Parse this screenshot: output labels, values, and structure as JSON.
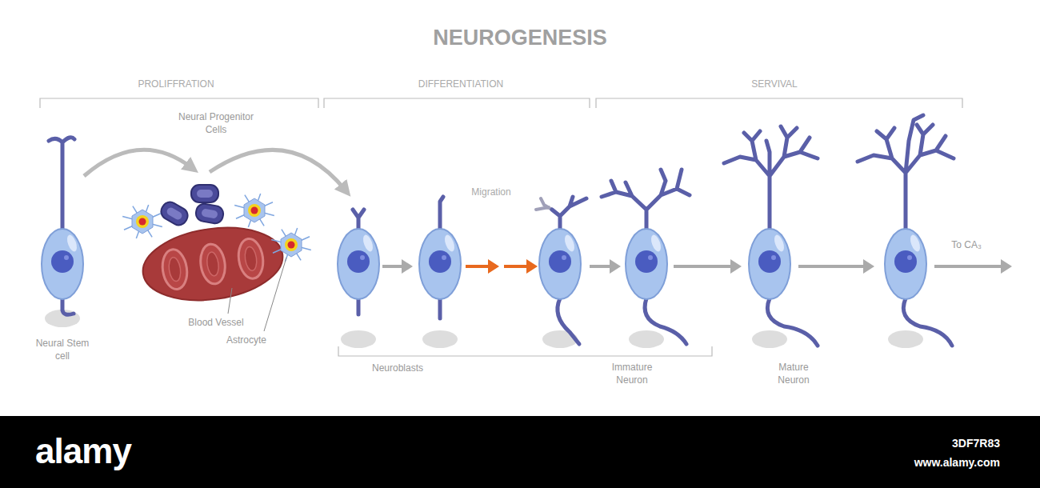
{
  "diagram": {
    "title": "NEUROGENESIS",
    "labels": [
      "PROLIFFRATION",
      "DIFFERENTIATION",
      "SERVIVAL",
      "Neural Progenitor Cells",
      "Migration",
      "Blood Vessel",
      "Astrocyte",
      "Neural Stem cell",
      "Neuroblasts",
      "Immature Neuron",
      "Mature Neuron",
      "To CA₃",
      "alamy",
      "3DF7R83",
      "www.alamy.com"
    ]
  }
}
